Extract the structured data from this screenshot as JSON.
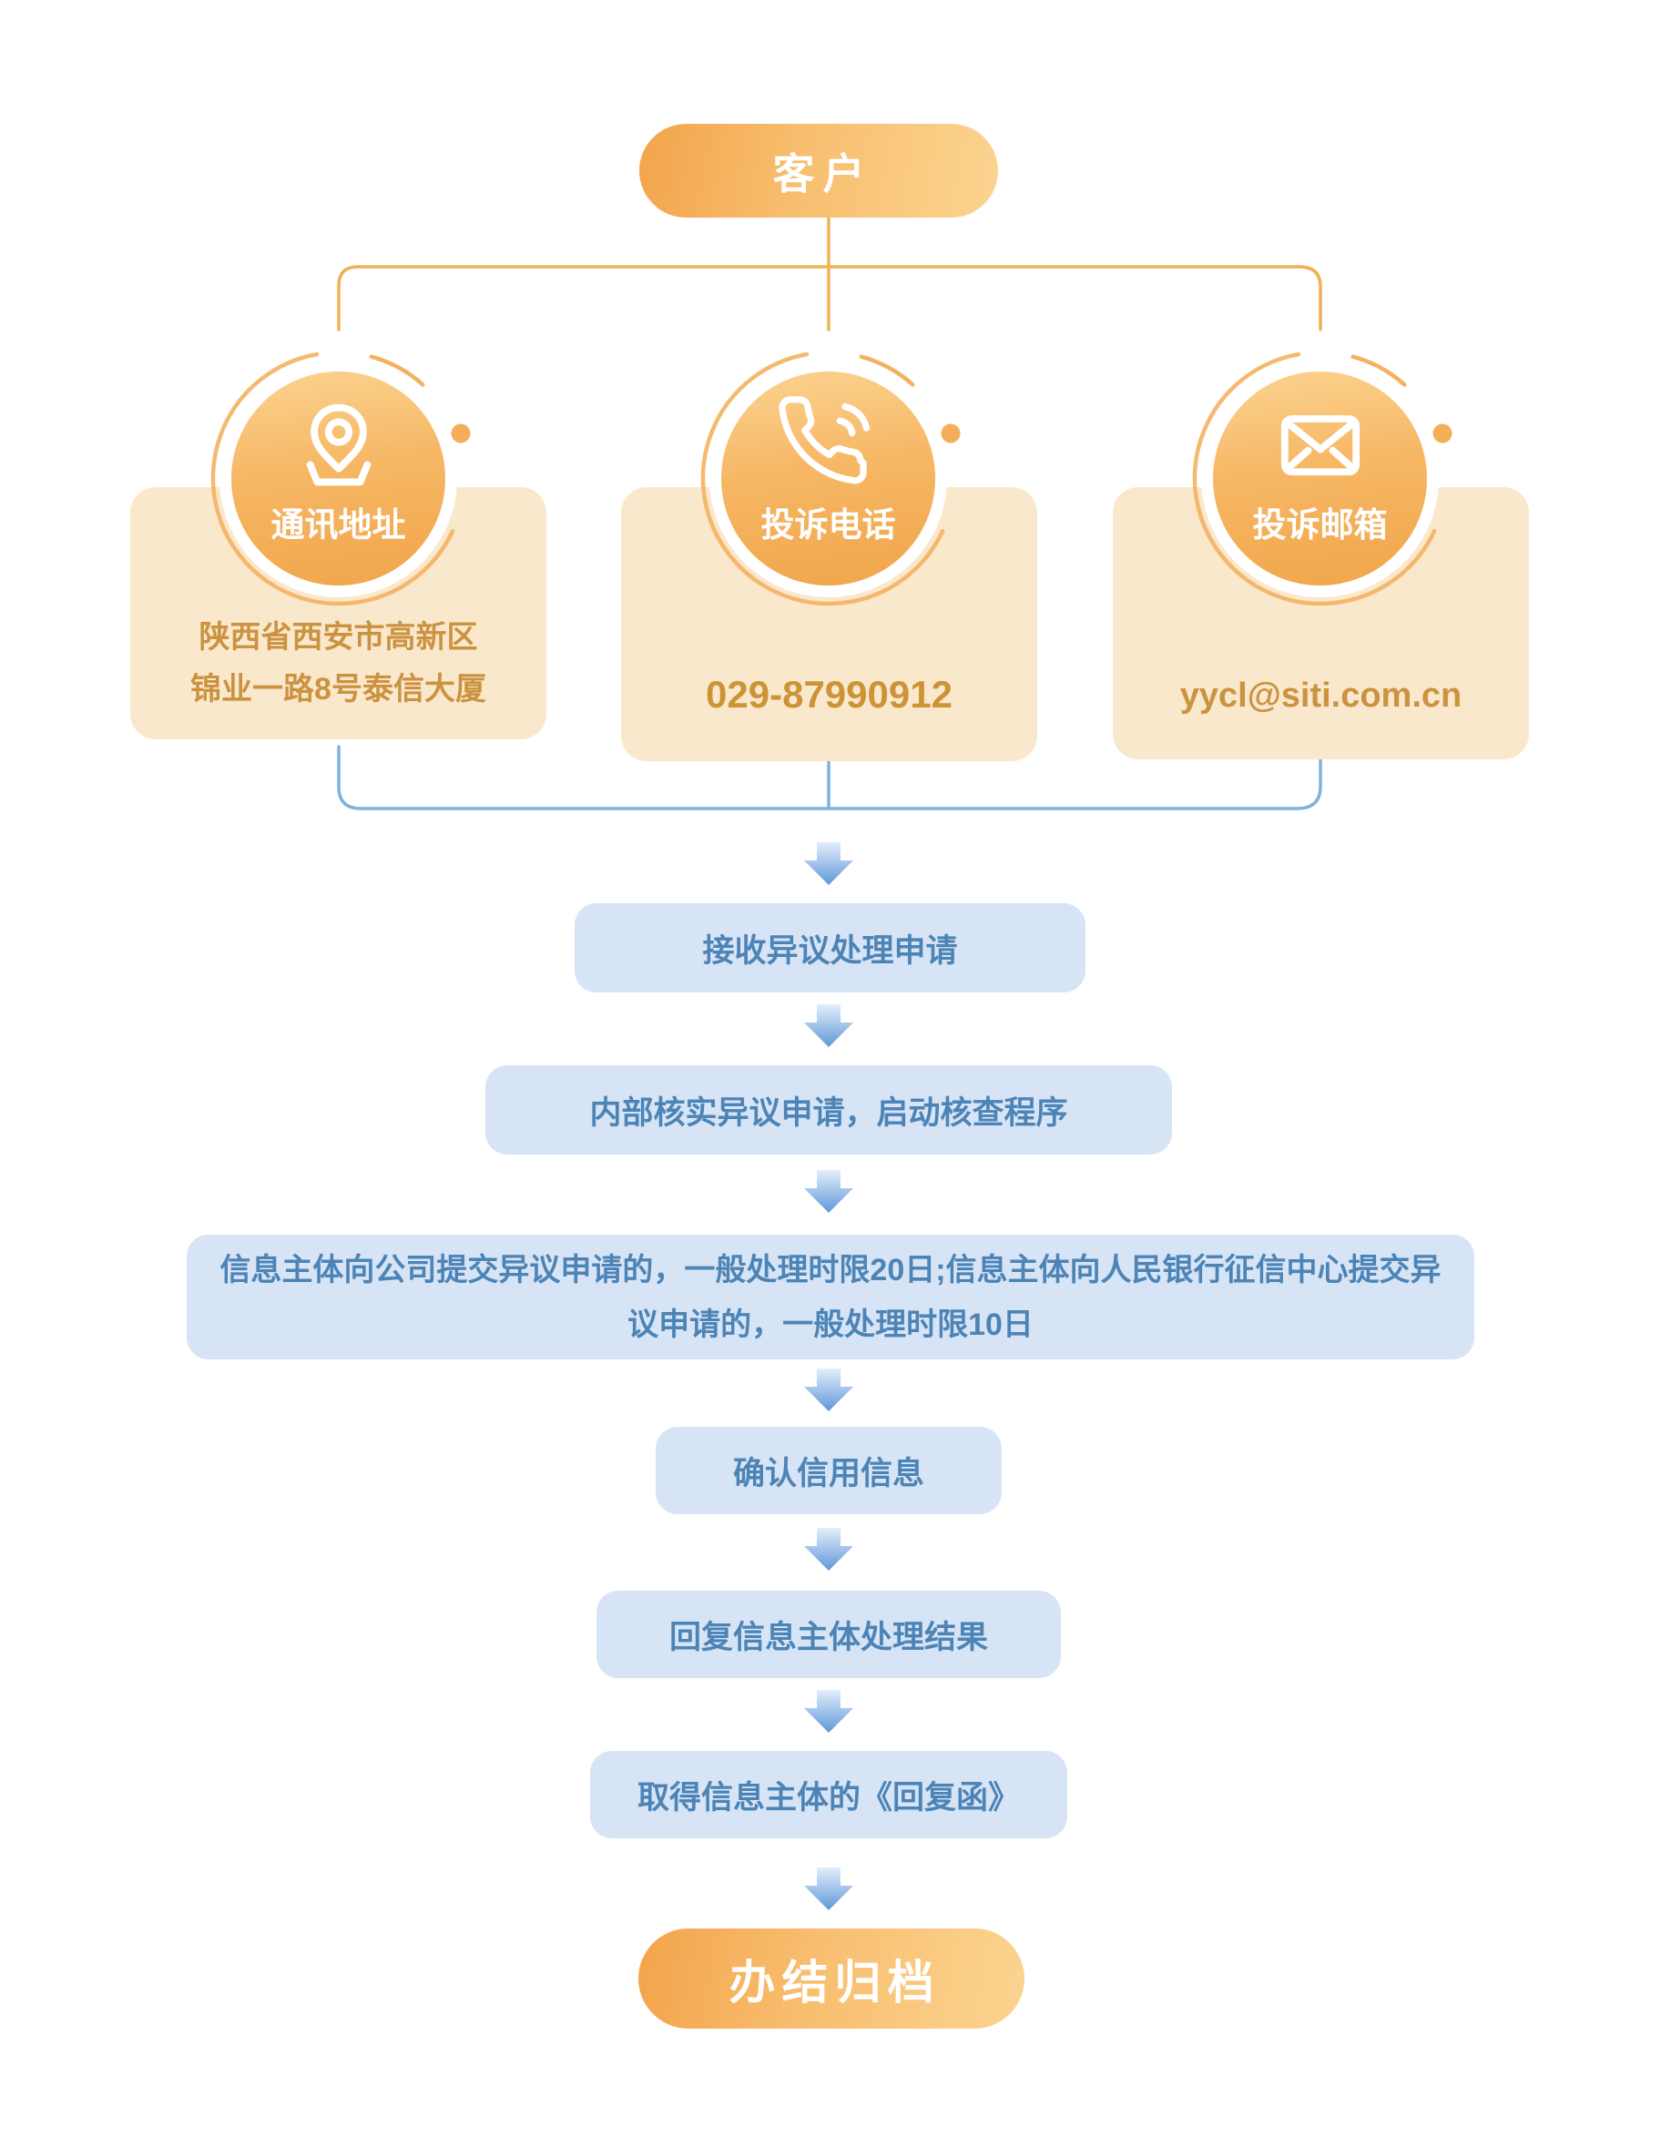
{
  "palette": {
    "orange_dark": "#F2A44C",
    "orange_light": "#FBD28F",
    "orange_line": "#F0B055",
    "card_bg": "#FAE8CD",
    "card_text": "#CB9340",
    "blue_box_bg": "#D7E4F6",
    "blue_text": "#4C84B6",
    "blue_line": "#7FB2DF",
    "arrow_top": "#E3EEFB",
    "arrow_bottom": "#5F98D8"
  },
  "start_node": {
    "label": "客户"
  },
  "channels": [
    {
      "icon": "location-pin-icon",
      "label": "通讯地址",
      "lines": [
        "陕西省西安市高新区",
        "锦业一路8号泰信大厦"
      ]
    },
    {
      "icon": "phone-icon",
      "label": "投诉电话",
      "lines": [
        "029-87990912"
      ]
    },
    {
      "icon": "mail-icon",
      "label": "投诉邮箱",
      "lines": [
        "yycl@siti.com.cn"
      ]
    }
  ],
  "steps": [
    {
      "label": "接收异议处理申请"
    },
    {
      "label": "内部核实异议申请，启动核查程序"
    },
    {
      "label": "信息主体向公司提交异议申请的，一般处理时限20日;信息主体向人民银行征信中心提交异议申请的，一般处理时限10日"
    },
    {
      "label": "确认信用信息"
    },
    {
      "label": "回复信息主体处理结果"
    },
    {
      "label": "取得信息主体的《回复函》"
    }
  ],
  "end_node": {
    "label": "办结归档"
  }
}
